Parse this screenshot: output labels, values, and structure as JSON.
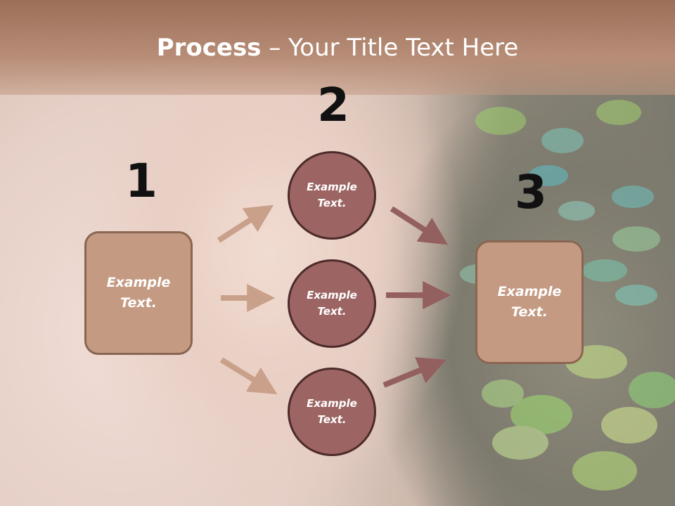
{
  "title": {
    "bold": "Process",
    "rest": " – Your Title Text Here"
  },
  "steps": {
    "one": {
      "number": "1",
      "text": "Example Text."
    },
    "two": {
      "number": "2"
    },
    "three": {
      "number": "3",
      "text": "Example Text."
    }
  },
  "circles": [
    {
      "text": "Example Text."
    },
    {
      "text": "Example Text."
    },
    {
      "text": "Example Text."
    }
  ],
  "colors": {
    "box_fill": "#c49a82",
    "circle_fill": "#9c6563",
    "arrow_light": "#c9a08a",
    "arrow_dark": "#945f5f"
  }
}
